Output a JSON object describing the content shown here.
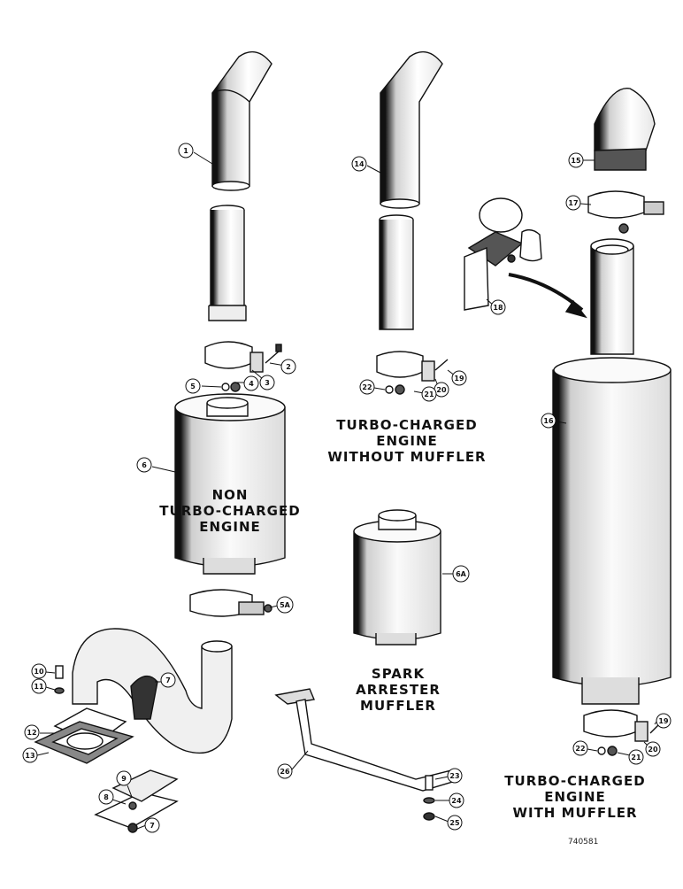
{
  "captions": {
    "non_turbo": [
      "NON",
      "TURBO-CHARGED",
      "ENGINE"
    ],
    "turbo_without": [
      "TURBO-CHARGED",
      "ENGINE",
      "WITHOUT MUFFLER"
    ],
    "spark": [
      "SPARK",
      "ARRESTER",
      "MUFFLER"
    ],
    "turbo_with": [
      "TURBO-CHARGED",
      "ENGINE",
      "WITH MUFFLER"
    ]
  },
  "callouts": [
    "1",
    "2",
    "3",
    "4",
    "5",
    "6",
    "5A",
    "7",
    "7",
    "8",
    "9",
    "10",
    "11",
    "12",
    "13",
    "14",
    "15",
    "16",
    "17",
    "18",
    "19",
    "20",
    "21",
    "22",
    "6A",
    "26",
    "23",
    "24",
    "25",
    "19",
    "20",
    "21",
    "22"
  ],
  "drawing_id": "740581"
}
